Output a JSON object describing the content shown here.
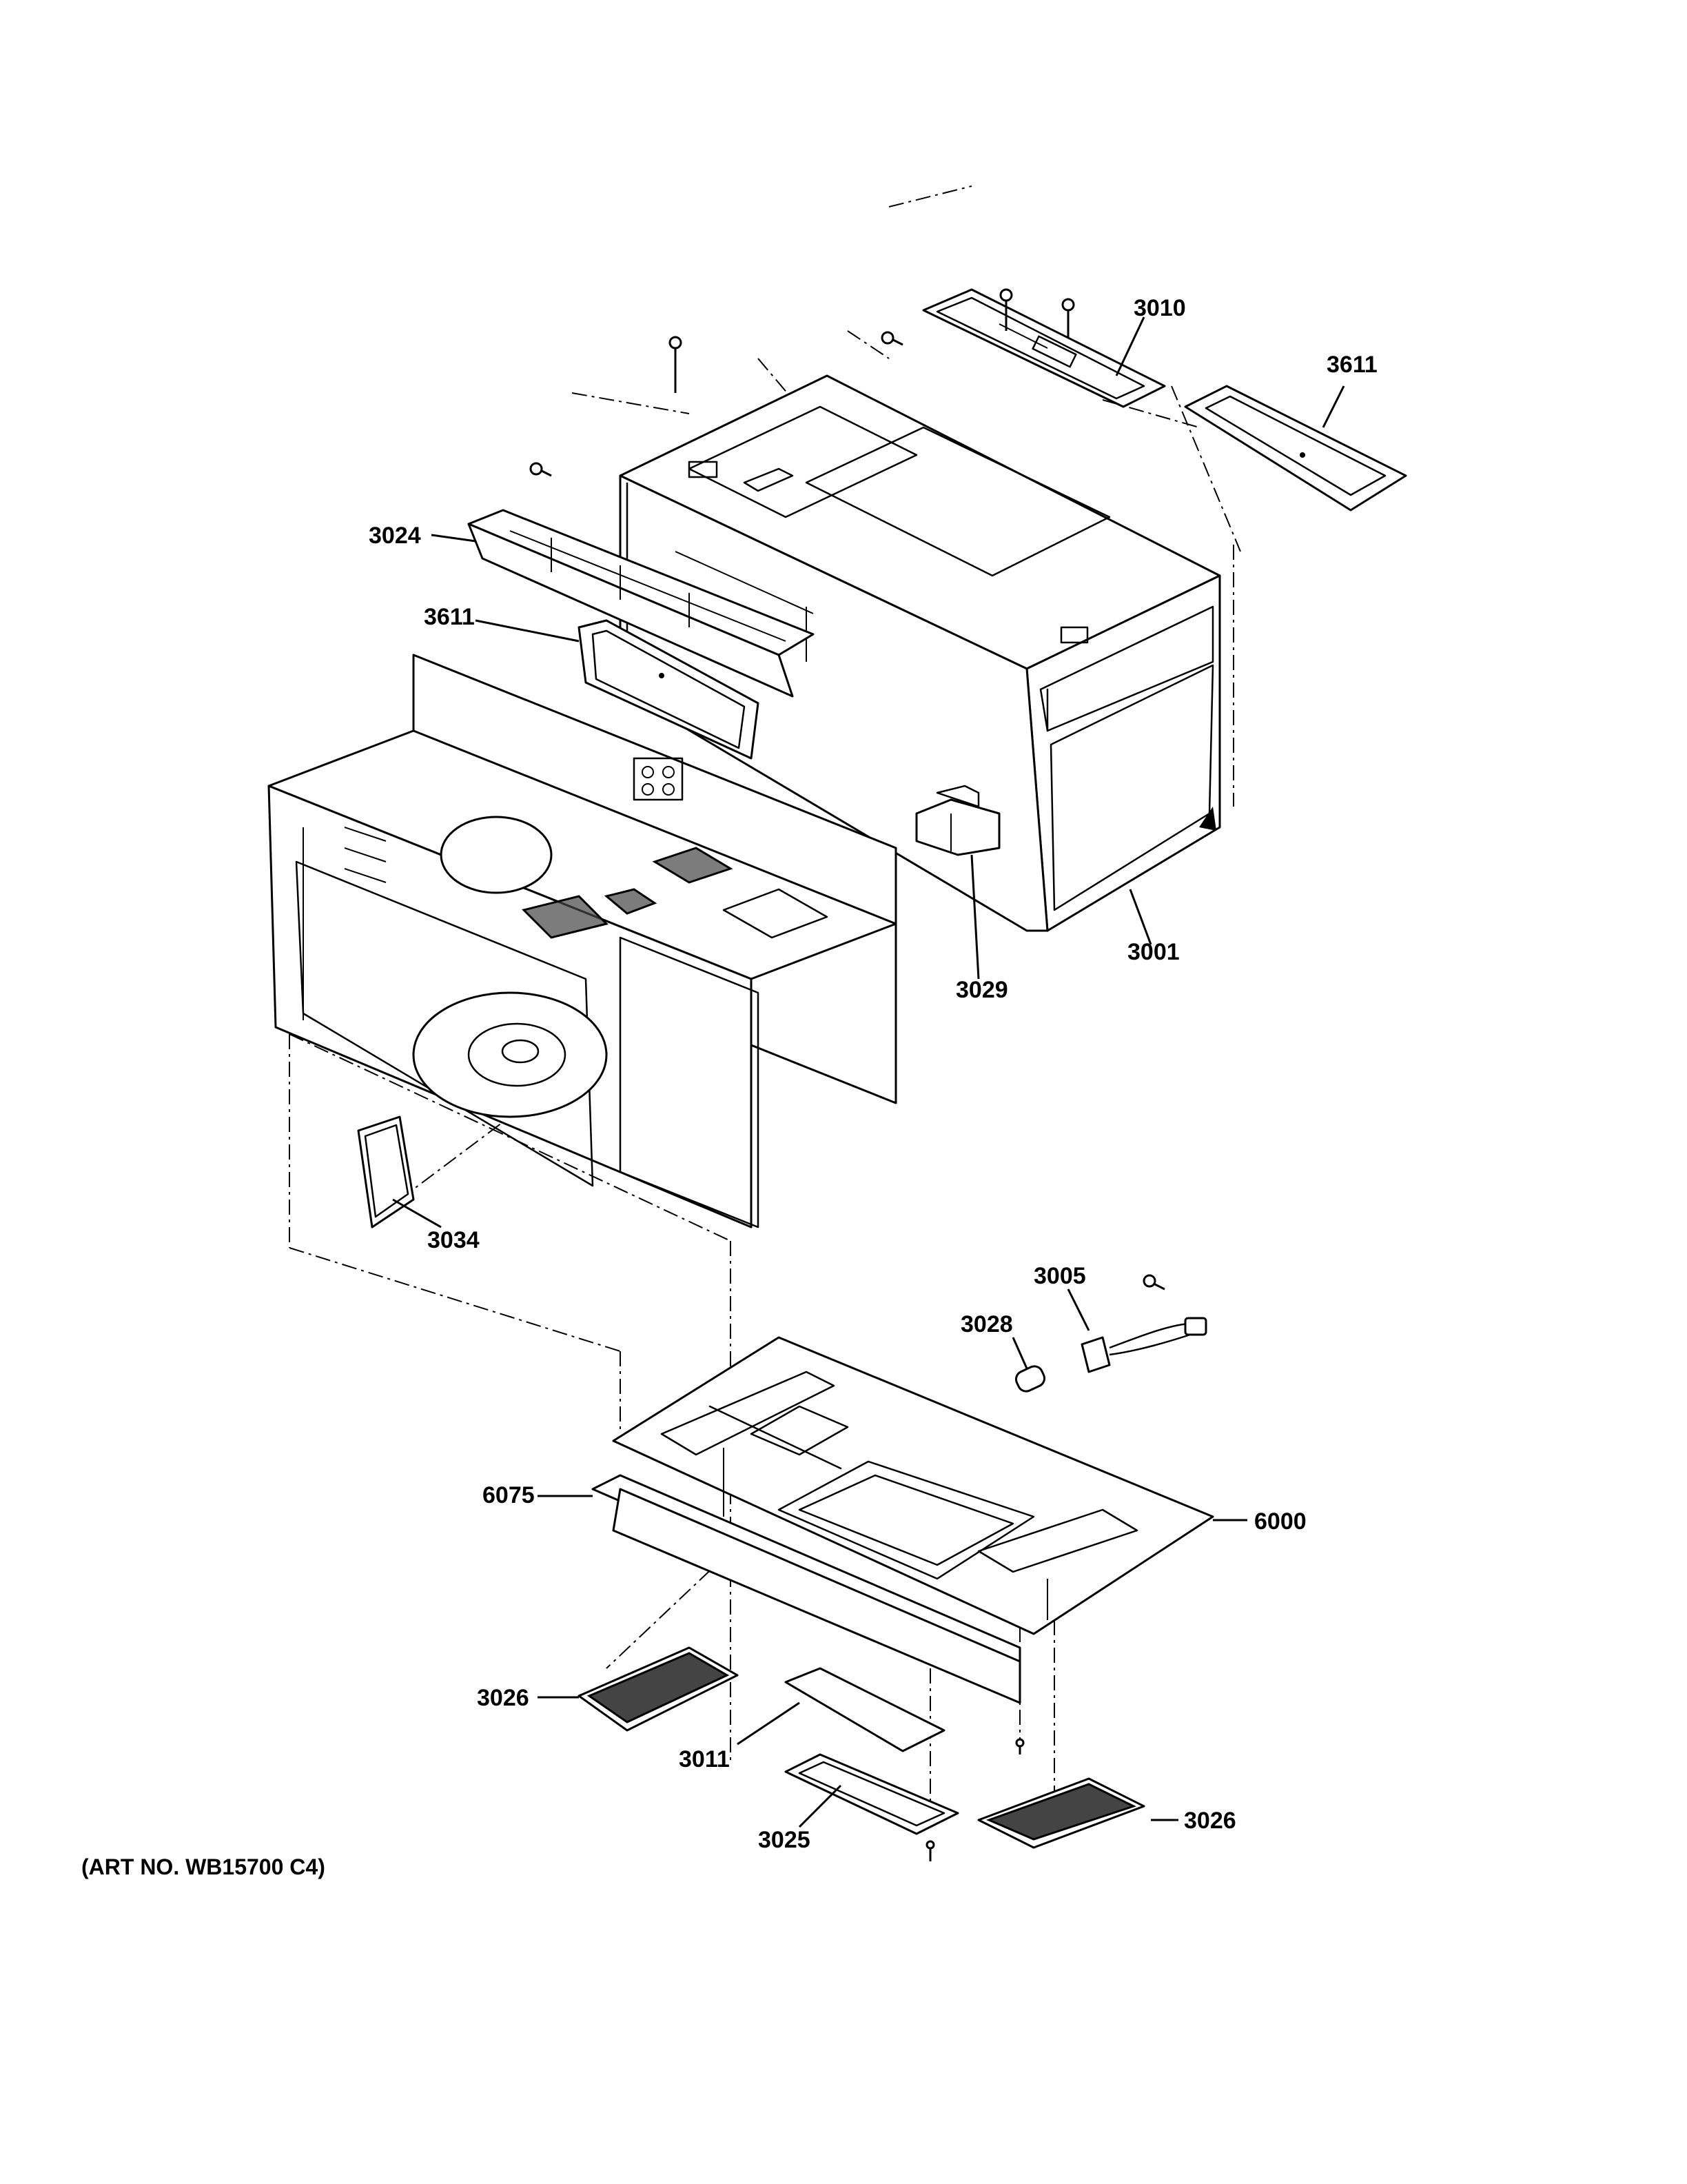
{
  "diagram": {
    "art_number": "(ART NO. WB15700 C4)",
    "labels": {
      "p3010": "3010",
      "p3611_top": "3611",
      "p3024": "3024",
      "p3611_left": "3611",
      "p3029": "3029",
      "p3001": "3001",
      "p3034": "3034",
      "p3005": "3005",
      "p3028": "3028",
      "p6075": "6075",
      "p6000": "6000",
      "p3026_left": "3026",
      "p3011": "3011",
      "p3025": "3025",
      "p3026_right": "3026"
    }
  }
}
